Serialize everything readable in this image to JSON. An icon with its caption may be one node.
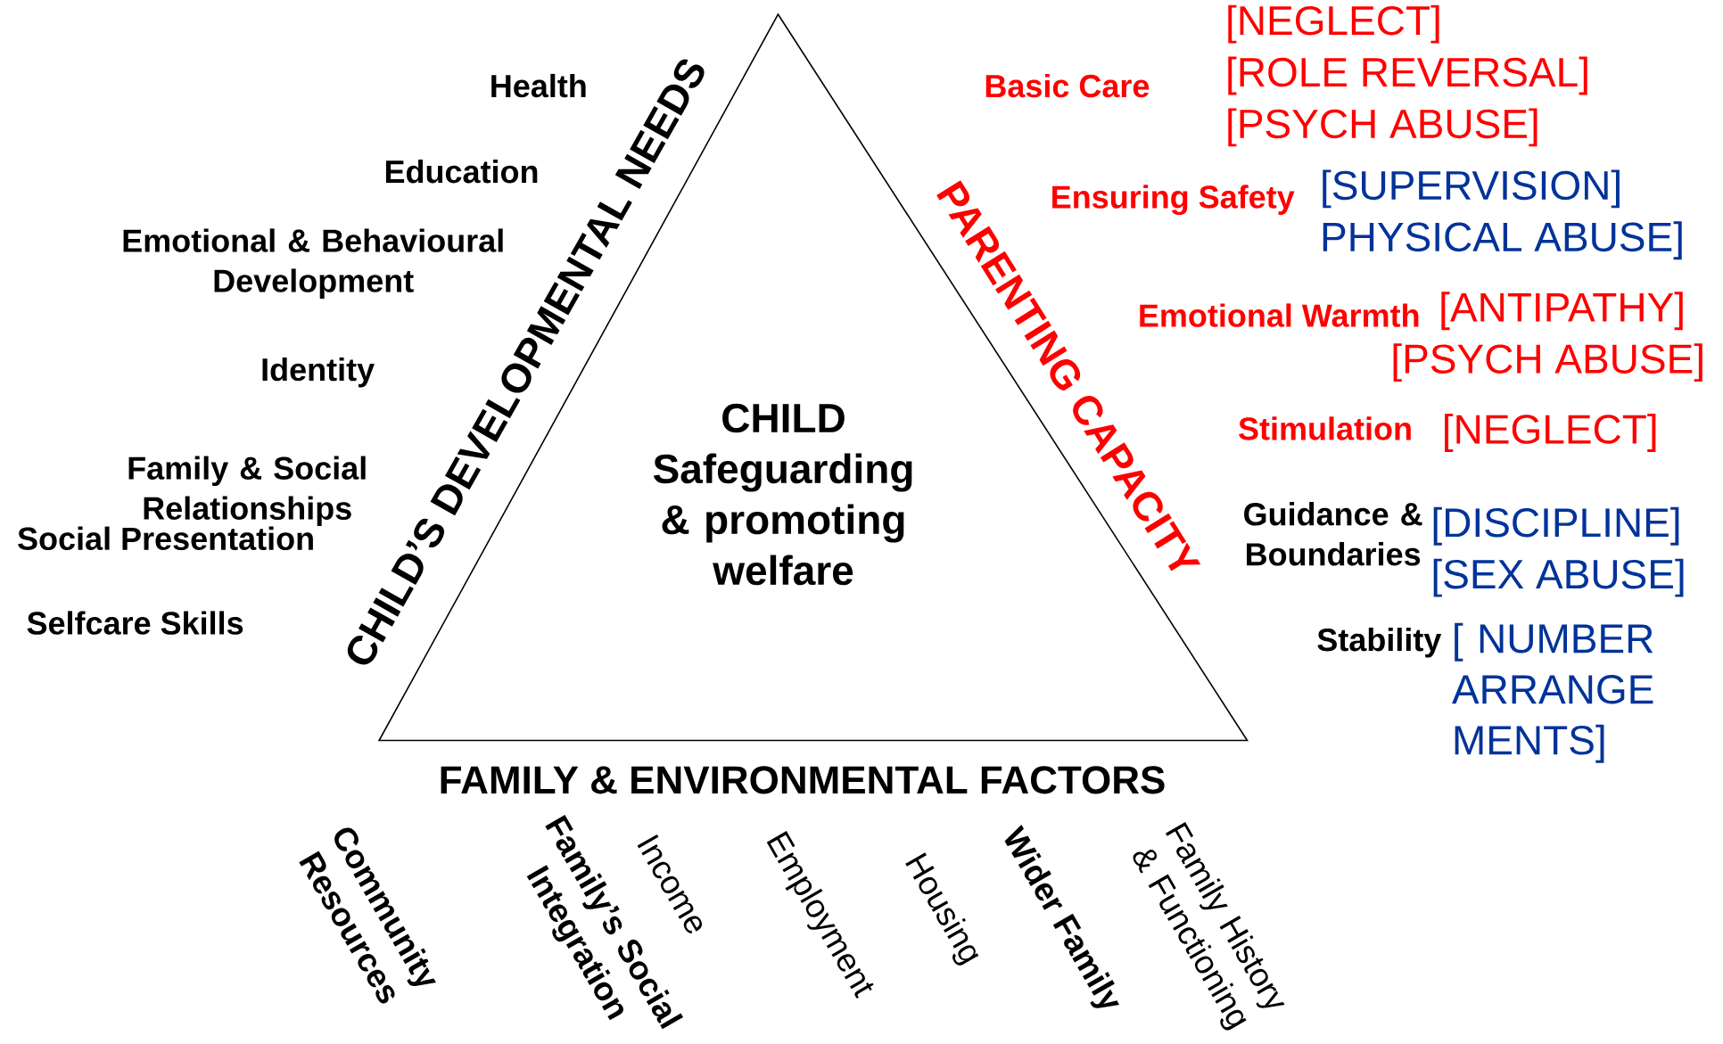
{
  "diagram": {
    "nodes": [
      {
        "text": [
          "CHILD Safeguarding & promoting welfare"
        ]
      }
    ],
    "labels": [
      "CHILD’S DEVELOPMENTAL NEEDS",
      "PARENTING CAPACITY",
      "FAMILY & ENVIRONMENTAL FACTORS",
      "Health",
      "Education",
      "Emotional & Behavioural Development",
      "Identity",
      "Family & Social Relationships",
      "Social Presentation",
      "Selfcare Skills",
      "Basic Care",
      "[NEGLECT]",
      "[ROLE REVERSAL]",
      "[PSYCH ABUSE]",
      "Ensuring Safety",
      "[SUPERVISION]",
      "PHYSICAL ABUSE]",
      "Emotional Warmth",
      "[ANTIPATHY]",
      "[PSYCH ABUSE]",
      "Stimulation",
      "[NEGLECT]",
      "Guidance & Boundaries",
      "[DISCIPLINE]",
      "[SEX ABUSE]",
      "Stability",
      "[ NUMBER ARRANGE MENTS]",
      "Community Resources",
      "Family’s Social Integration",
      "Income",
      "Employment",
      "Housing",
      "Wider Family",
      "Family History & Functioning"
    ]
  }
}
